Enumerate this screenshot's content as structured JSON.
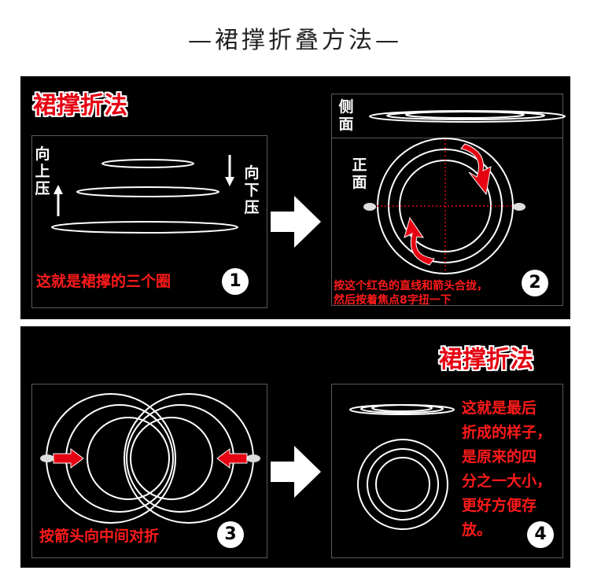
{
  "page_title": "—裙撑折叠方法—",
  "colors": {
    "accent_red": "#e50012",
    "panel_bg": "#000000",
    "ring": "#ffffff"
  },
  "step1": {
    "heading": "裙撑折法",
    "up_label": "向上压",
    "down_label": "向下压",
    "caption": "这就是裙撑的三个圈",
    "number": "1"
  },
  "step2": {
    "side_label": "侧面",
    "front_label": "正面",
    "caption_line1": "按这个红色的直线和箭头合拢，",
    "caption_line2": "然后按着焦点8字扭一下",
    "number": "2"
  },
  "step3": {
    "caption": "按箭头向中间对折",
    "number": "3"
  },
  "step4": {
    "heading": "裙撑折法",
    "note_lines": [
      "这就是最后",
      "折成的样子，",
      "是原来的四",
      "分之一大小，",
      "更好方便存",
      "放。"
    ],
    "number": "4"
  },
  "icons": [
    "arrow-right-icon",
    "up-arrow-icon",
    "down-arrow-icon",
    "hand-icon",
    "red-curved-arrow-icon"
  ]
}
